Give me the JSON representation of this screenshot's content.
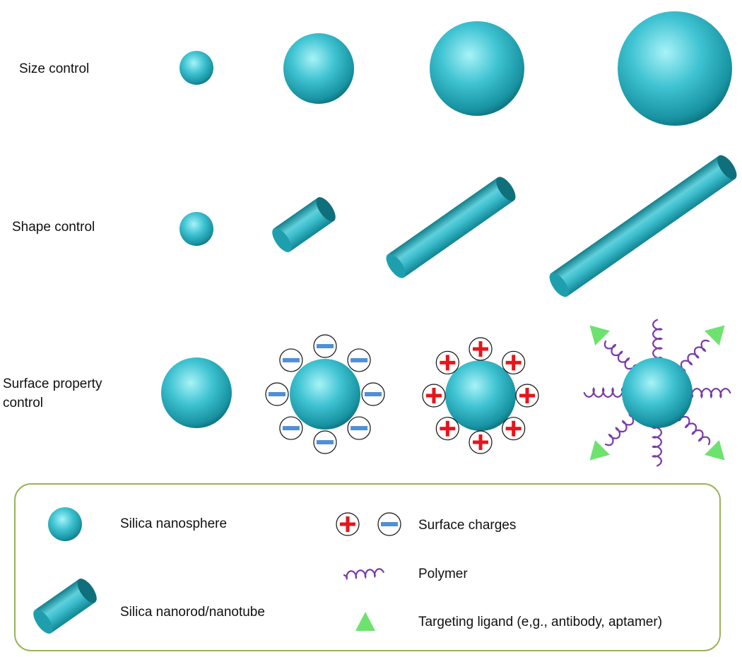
{
  "rows": {
    "size": {
      "label": "Size control"
    },
    "shape": {
      "label": "Shape control"
    },
    "surface": {
      "label_line1": "Surface property",
      "label_line2": "control"
    }
  },
  "legend": {
    "nanosphere": "Silica nanosphere",
    "nanorod": "Silica nanorod/nanotube",
    "charges": "Surface charges",
    "polymer": "Polymer",
    "ligand": "Targeting ligand (e,g., antibody, aptamer)"
  },
  "colors": {
    "silica_light": "#9ff0f6",
    "silica_mid": "#2db6c6",
    "silica_dark": "#0d6f7c",
    "positive_charge": "#e8141b",
    "negative_charge": "#4f8fd8",
    "polymer": "#7a3aa8",
    "ligand": "#6ee26e",
    "legend_border": "#9cb25a"
  }
}
